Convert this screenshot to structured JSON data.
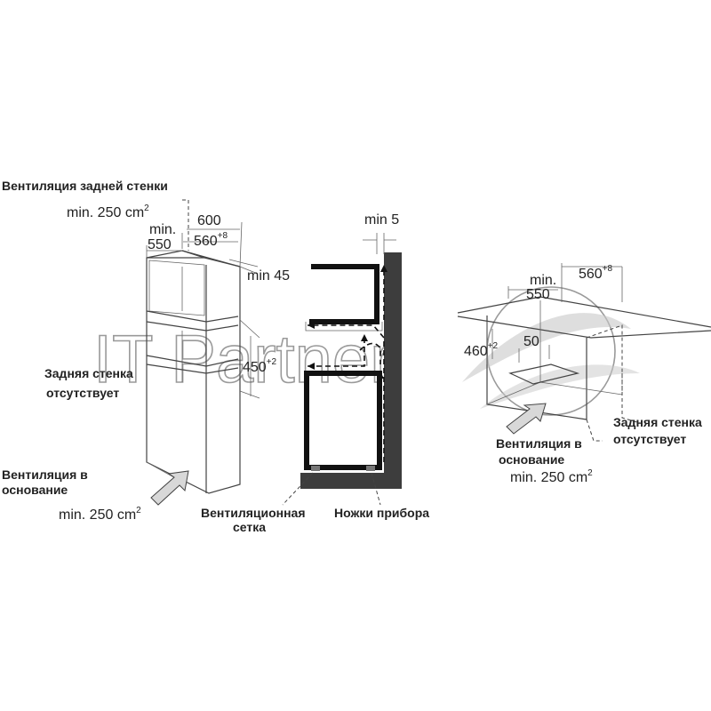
{
  "watermark": "IT Partner",
  "left": {
    "rear_vent_title": "Вентиляция задней стенки",
    "rear_vent_area": "min. 250 cm",
    "rear_vent_area_sup": "2",
    "dim_600": "600",
    "dim_min_a": "min.",
    "dim_550": "550",
    "dim_560": "560",
    "dim_560_sup": "+8",
    "dim_min45": "min 45",
    "dim_450": "450",
    "dim_450_sup": "+2",
    "back_missing_1": "Задняя стенка",
    "back_missing_2": "отсутствует",
    "base_vent_1": "Вентиляция в",
    "base_vent_2": "основание",
    "base_vent_area": "min. 250 cm",
    "base_vent_area_sup": "2"
  },
  "middle": {
    "dim_min5": "min 5",
    "vent_grille_1": "Вентиляционная",
    "vent_grille_2": "сетка",
    "appliance_feet": "Ножки прибора"
  },
  "right": {
    "dim_min": "min.",
    "dim_550": "550",
    "dim_560": "560",
    "dim_560_sup": "+8",
    "dim_460": "460",
    "dim_460_sup": "+2",
    "dim_50": "50",
    "back_missing_1": "Задняя стенка",
    "back_missing_2": "отсутствует",
    "base_vent_1": "Вентиляция в",
    "base_vent_2": "основание",
    "base_vent_area": "min. 250 cm",
    "base_vent_area_sup": "2"
  },
  "colors": {
    "wall": "#3d3d3d",
    "appliance": "#111111",
    "watermark": "#9a9a9a",
    "arrow_fill": "#d8d8d8"
  }
}
